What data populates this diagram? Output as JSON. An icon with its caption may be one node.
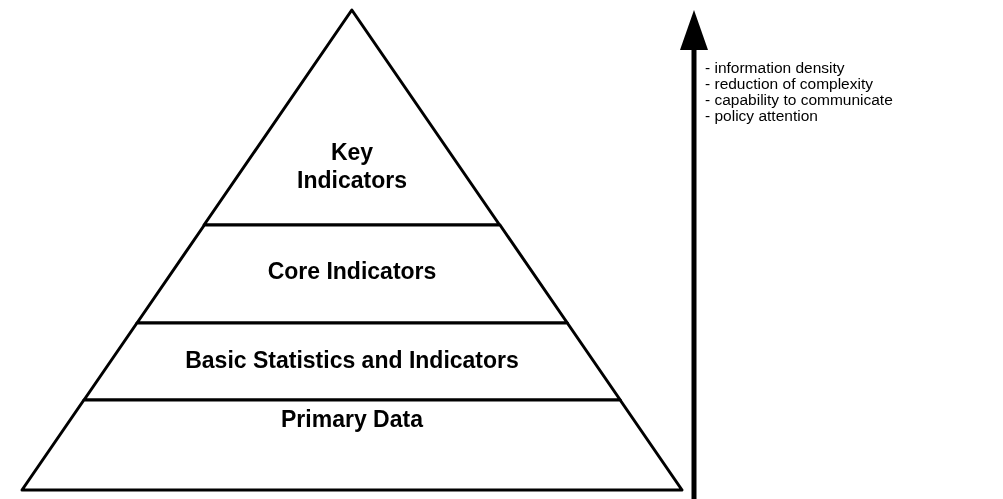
{
  "diagram": {
    "nodes": [
      {
        "text": [
          "Key Indicators"
        ]
      },
      {
        "text": [
          "Core Indicators"
        ]
      },
      {
        "text": [
          "Basic Statistics and Indicators"
        ]
      },
      {
        "text": [
          "Primary Data"
        ]
      }
    ],
    "labels": [
      "- information density",
      "- reduction of complexity",
      "- capability to communicate",
      "- policy attention"
    ]
  }
}
